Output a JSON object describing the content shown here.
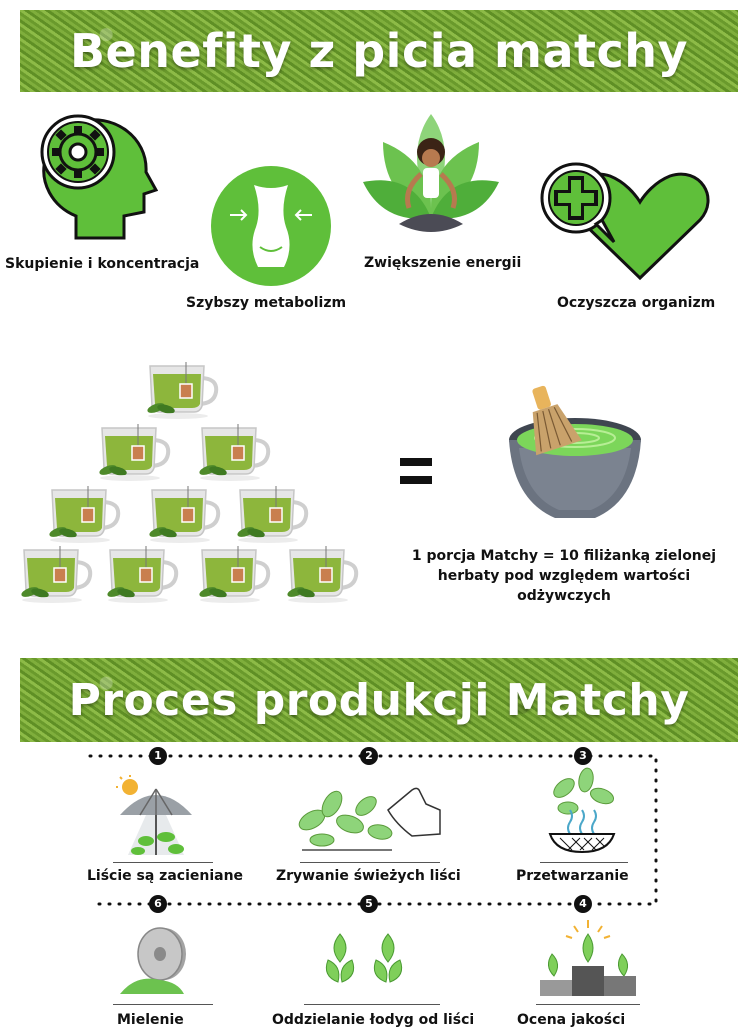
{
  "benefits_banner": {
    "title": "Benefity z picia matchy"
  },
  "benefits": [
    {
      "icon": "brain-gear-icon",
      "label": "Skupienie i koncentracja"
    },
    {
      "icon": "waist-icon",
      "label": "Szybszy metabolizm"
    },
    {
      "icon": "meditation-lotus-icon",
      "label": "Zwiększenie energii"
    },
    {
      "icon": "heart-cross-icon",
      "label": "Oczyszcza organizm"
    }
  ],
  "comparison": {
    "cup_count": 10,
    "caption": "1 porcja Matchy = 10 filiżanką zielonej herbaty pod względem wartości odżywczych"
  },
  "process_banner": {
    "title": "Proces produkcji Matchy"
  },
  "process_steps": [
    {
      "number": "1",
      "label": "Liście są zacieniane",
      "icon": "shade-umbrella-icon"
    },
    {
      "number": "2",
      "label": "Zrywanie świeżych liści",
      "icon": "hand-picking-icon"
    },
    {
      "number": "3",
      "label": "Przetwarzanie",
      "icon": "steaming-leaves-icon"
    },
    {
      "number": "4",
      "label": "Ocena jakości",
      "icon": "quality-podium-icon"
    },
    {
      "number": "5",
      "label": "Oddzielanie łodyg od liści",
      "icon": "separated-leaves-icon"
    },
    {
      "number": "6",
      "label": "Mielenie",
      "icon": "stone-mill-icon"
    }
  ],
  "colors": {
    "green": "#5fbf3a",
    "dark": "#111111",
    "tea": "#8db63c"
  }
}
